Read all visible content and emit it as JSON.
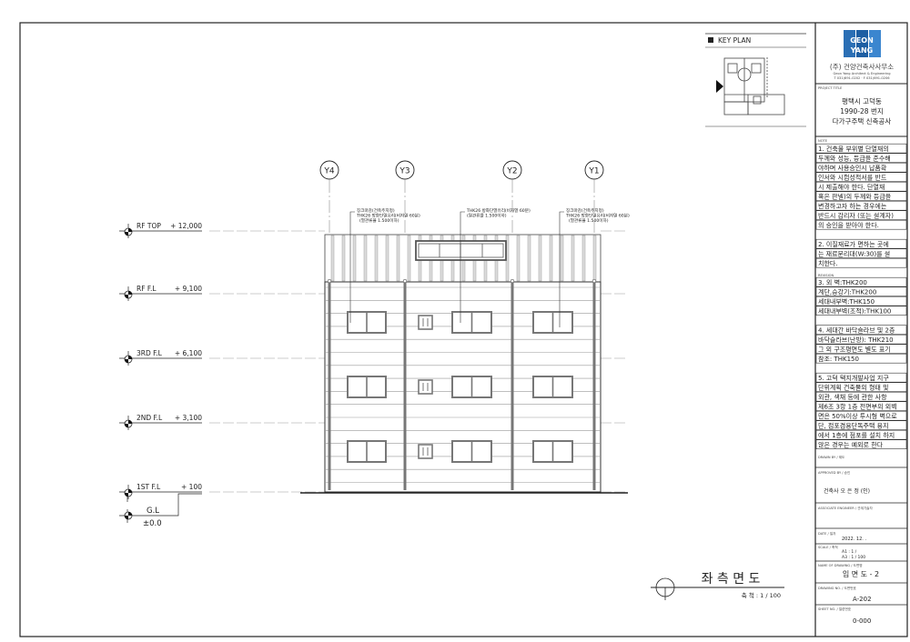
{
  "key_plan": {
    "title": "KEY PLAN"
  },
  "title_block": {
    "logo_text": "GEON YANG",
    "firm_name": "(주) 건양건축사사무소",
    "firm_english": "Geon Yang Architect & Engineering",
    "firm_contact": "T 031)691-0202 · F 031)691-0206",
    "project_title_label": "PROJECT TITLE",
    "project_title": [
      "평택시 고덕동",
      "1990-28 번지",
      "다가구주택 신축공사"
    ],
    "note_label": "NOTE",
    "revision_label": "REVISION",
    "drawn_by_label": "DRAWN BY / 제도",
    "approved_by_label": "APPROVED BY / 승인",
    "approved_by": "건축사  오  은  정 (인)",
    "associate_label": "ASSOCIATE ENGINEER / 관계기술자",
    "date_label": "DATE / 일자",
    "date": "2022.  12.     .",
    "scale_label": "SCALE / 축척",
    "scale_a1": "A1 : 1 /",
    "scale_a3": "A3 : 1 / 100",
    "drawing_name_label": "NAME OF DRAWING / 도면명",
    "drawing_name": "입 면 도 - 2",
    "drawing_no_label": "DRAWING NO. / 도면번호",
    "drawing_no": "A-202",
    "sheet_no_label": "SHEET NO. / 일련번호",
    "sheet_no": "0-000"
  },
  "notes": [
    "1. 건축물 부위별 단열재의",
    "두께와 성능, 등급을 준수해",
    "야하며 사용승인시 납품확",
    "인서와 시험성적서를 반드",
    "시 제출해야 한다. 단열재",
    "혹은 판넬)의 두께와 등급을",
    "변경하고자 하는 경우에는",
    "반드시 감리자 (또는 설계자)",
    "의 승인을 받아야 한다.",
    "",
    "2. 이질재료가 면하는 곳에",
    "는 재료분리대(W:30)를 설",
    "치한다.",
    "",
    "3. 외        벽:THK200",
    "계단,승강기:THK200",
    "세대내부벽:THK150",
    "세대내부벽(조적):THK100",
    "",
    "4. 세대간 바닥슬라브 및 2층",
    "바닥슬라브(난방): THK210",
    "그 외 구조평면도 별도 표기",
    "참조: THK150",
    "",
    "5. 고덕 택지개발사업 지구",
    "단위계획 건축물의 형태 및",
    "외관, 색채 등에 관한 사항",
    "제6조 3항 1층 전면부의 외벽",
    "면은 50%이상 투시형 벽으로",
    "단, 점포겸용단독주택 용지",
    "에서 1층에 점포를 설치 하지",
    "않은 경우는 예외로 한다"
  ],
  "grid_lines": [
    "Y4",
    "Y3",
    "Y2",
    "Y1"
  ],
  "levels": [
    {
      "name": "RF TOP",
      "value": "+ 12,000"
    },
    {
      "name": "RF F.L",
      "value": "+ 9,100"
    },
    {
      "name": "3RD F.L",
      "value": "+ 6,100"
    },
    {
      "name": "2ND F.L",
      "value": "+ 3,100"
    },
    {
      "name": "1ST F.L",
      "value": "+ 100"
    }
  ],
  "ground": {
    "name": "G.L",
    "value": "±0.0"
  },
  "callouts": [
    [
      "징크마감(건축주지정)",
      "THK26 방화단열유리(비자열 60분)",
      "(열관류율 1.500이하)"
    ],
    [
      "THK26 방화단열유리(비자열 60분)",
      "(열관류율 1.500이하)"
    ],
    [
      "징크마감(건축주지정)",
      "THK26 방화단열유리(비자열 60분)",
      "(열관류율 1.500이하)"
    ]
  ],
  "drawing_title": "좌 측 면 도",
  "drawing_scale": "축 척 : 1 / 100"
}
